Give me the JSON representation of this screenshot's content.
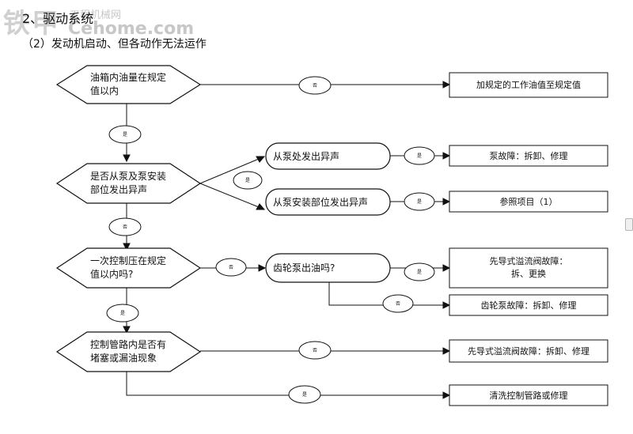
{
  "watermark": {
    "chinese": "铁甲",
    "sub": "工程机械网",
    "url": "Cehome.com"
  },
  "heading": "2、驱动系统",
  "subheading": "（2）发动机启动、但各动作无法运作",
  "decisions": {
    "d1": [
      "油箱内油量在规定",
      "值以内"
    ],
    "d2": [
      "是否从泵及泵安装",
      "部位发出异声"
    ],
    "d3": [
      "一次控制压在规定",
      "值以内吗?"
    ],
    "d4": [
      "控制管路内是否有",
      "堵塞或漏油现象"
    ]
  },
  "rounded": {
    "r1": "从泵处发出异声",
    "r2": "从泵安装部位发出异声",
    "r3": "齿轮泵出油吗?"
  },
  "results": {
    "b1": "加规定的工作油值至规定值",
    "b2": "泵故障：拆卸、修理",
    "b3": "参照项目（1）",
    "b4": [
      "先导式溢流阀故障：",
      "拆、更换"
    ],
    "b5": "齿轮泵故障：拆卸、修理",
    "b6": "先导式溢流阀故障：拆卸、修理",
    "b7": "清洗控制管路或修理"
  },
  "labels": {
    "yes": "是",
    "no": "否"
  }
}
